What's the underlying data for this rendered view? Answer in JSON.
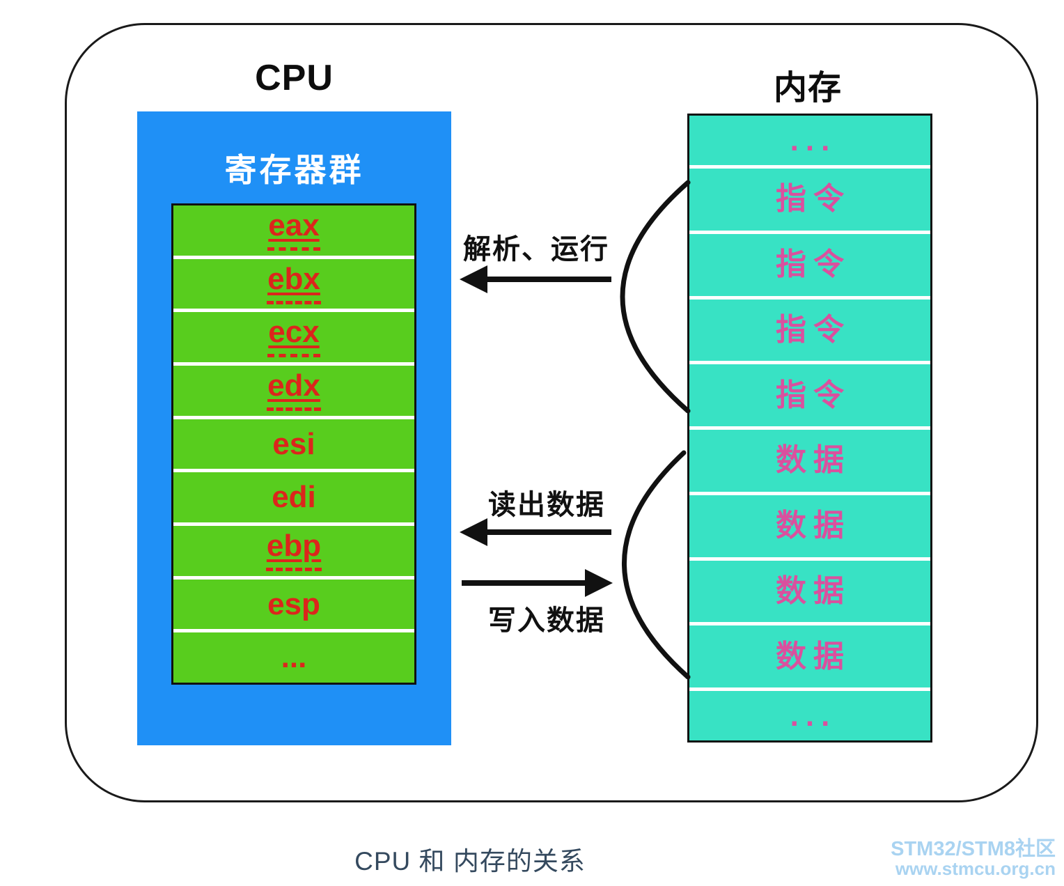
{
  "titles": {
    "cpu": "CPU",
    "memory": "内存"
  },
  "cpu": {
    "group_label": "寄存器群",
    "registers": [
      {
        "name": "eax",
        "underlined": true
      },
      {
        "name": "ebx",
        "underlined": true
      },
      {
        "name": "ecx",
        "underlined": true
      },
      {
        "name": "edx",
        "underlined": true
      },
      {
        "name": "esi",
        "underlined": false
      },
      {
        "name": "edi",
        "underlined": false
      },
      {
        "name": "ebp",
        "underlined": true
      },
      {
        "name": "esp",
        "underlined": false
      },
      {
        "name": "...",
        "underlined": false
      }
    ]
  },
  "memory": {
    "rows": [
      "...",
      "指令",
      "指令",
      "指令",
      "指令",
      "数据",
      "数据",
      "数据",
      "数据",
      "..."
    ]
  },
  "flows": {
    "parse_run": "解析、运行",
    "read_data": "读出数据",
    "write_data": "写入数据"
  },
  "caption": "CPU 和 内存的关系",
  "watermark": {
    "line1": "STM32/STM8社区",
    "line2": "www.stmcu.org.cn"
  },
  "colors": {
    "cpu_block": "#1f90f6",
    "register_table": "#58cd1e",
    "register_text": "#dc251c",
    "memory_table": "#38e2c4",
    "memory_text": "#da509e",
    "arrow": "#111111",
    "caption_text": "#34495e",
    "watermark_text": "#a9d3f1"
  }
}
